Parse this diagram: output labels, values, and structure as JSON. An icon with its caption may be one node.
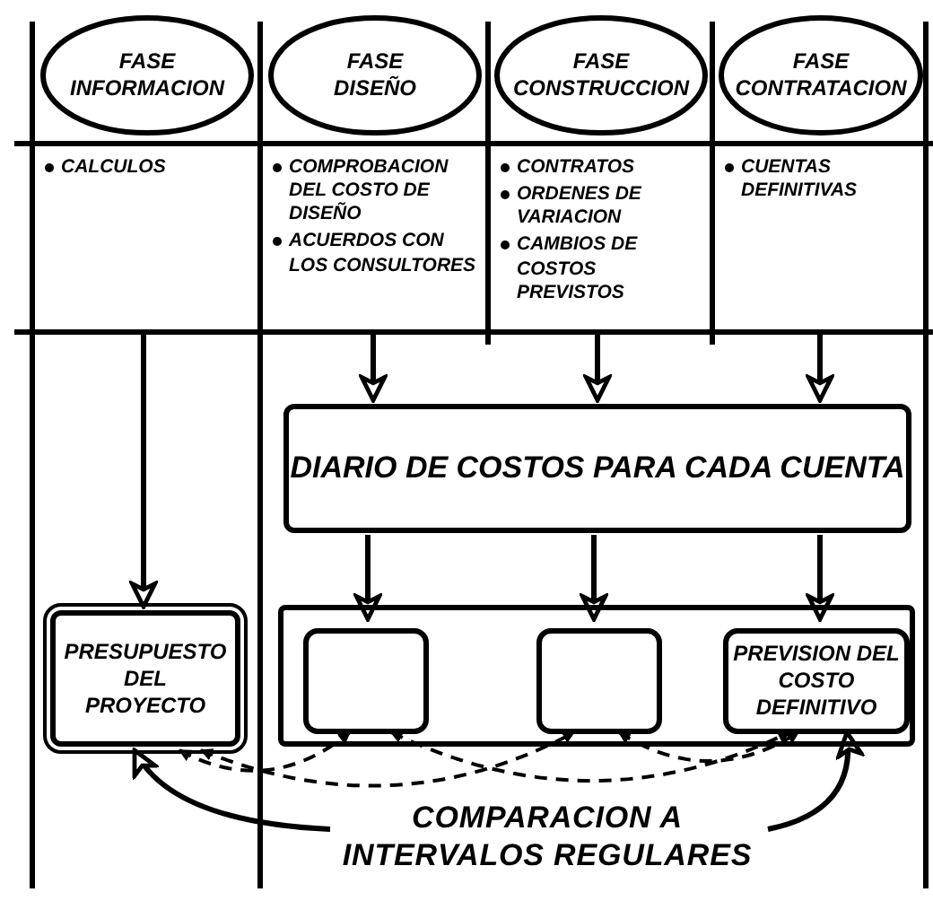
{
  "diagram": {
    "nodes": [
      {
        "text": [
          "FASE",
          "INFORMACION"
        ]
      },
      {
        "text": [
          "FASE",
          "DISEÑO"
        ]
      },
      {
        "text": [
          "FASE",
          "CONSTRUCCION"
        ]
      },
      {
        "text": [
          "FASE",
          "CONTRATACION"
        ]
      },
      {
        "text": [
          "CALCULOS"
        ]
      },
      {
        "text": [
          "COMPROBACION DEL COSTO DE DISEÑO",
          "ACUERDOS CON LOS CONSULTORES"
        ]
      },
      {
        "text": [
          "CONTRATOS",
          "ORDENES DE VARIACION",
          "CAMBIOS DE COSTOS PREVISTOS"
        ]
      },
      {
        "text": [
          "CUENTAS DEFINITIVAS"
        ]
      },
      {
        "text": [
          "DIARIO DE COSTOS PARA CADA CUENTA"
        ]
      },
      {
        "text": [
          "PRESUPUESTO DEL PROYECTO"
        ]
      },
      {
        "text": [],
        "shape": "box"
      },
      {
        "text": [],
        "shape": "box",
        "in": 10
      },
      {
        "text": [],
        "shape": "box",
        "in": 10
      },
      {
        "text": [
          "PREVISION DEL COSTO DEFINITIVO"
        ],
        "in": 10
      },
      {
        "text": [
          "COMPARACION A INTERVALOS REGULARES"
        ]
      }
    ],
    "edges": [
      {
        "from": 4,
        "to": 9,
        "arrow": "to"
      },
      {
        "from": 5,
        "to": 8,
        "arrow": "to"
      },
      {
        "from": 6,
        "to": 8,
        "arrow": "to"
      },
      {
        "from": 7,
        "to": 8,
        "arrow": "to"
      },
      {
        "from": 8,
        "to": 11,
        "arrow": "to"
      },
      {
        "from": 8,
        "to": 12,
        "arrow": "to"
      },
      {
        "from": 8,
        "to": 13,
        "arrow": "to"
      },
      {
        "from": 9,
        "to": 11,
        "arrow": "both",
        "style": "dashed"
      },
      {
        "from": 9,
        "to": 12,
        "arrow": "both",
        "style": "dashed"
      },
      {
        "from": 11,
        "to": 13,
        "arrow": "both",
        "style": "dashed"
      },
      {
        "from": 12,
        "to": 13,
        "arrow": "both",
        "style": "dashed"
      },
      {
        "from": 14,
        "to": 9,
        "arrow": "to"
      },
      {
        "from": 14,
        "to": 13,
        "arrow": "to"
      }
    ]
  }
}
